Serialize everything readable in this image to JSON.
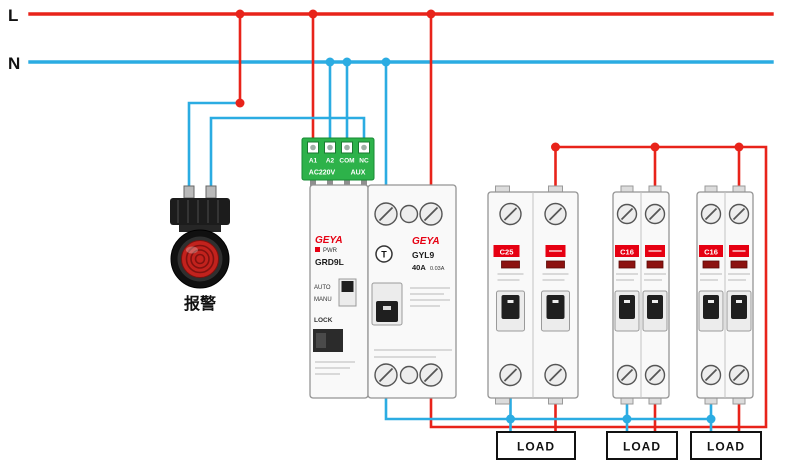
{
  "colors": {
    "wire-live": "#e8231a",
    "wire-neutral": "#2bace2",
    "terminal-block-green": "#2db24a",
    "brand-red": "#e60012",
    "lens-red": "#c2221d",
    "handle-black": "#1f1f1f"
  },
  "power_lines": {
    "live_label": "L",
    "neutral_label": "N"
  },
  "alarm": {
    "label": "报警"
  },
  "aux_block": {
    "terminal_labels": [
      "A1",
      "A2",
      "COM",
      "NC"
    ],
    "caption_power": "AC220V",
    "caption_aux": "AUX"
  },
  "recloser": {
    "brand": "GEYA",
    "power_label": "PWR",
    "model": "GRD9L",
    "auto_label": "AUTO",
    "manu_label": "MANU",
    "lock_label": "LOCK"
  },
  "rccb": {
    "brand": "GEYA",
    "model": "GYL9",
    "rating": "40A",
    "residual_current": "0.03A",
    "test_button": "T"
  },
  "breaker_row": {
    "units": [
      {
        "model": "C25"
      },
      {
        "model": "C16"
      },
      {
        "model": "C16"
      }
    ]
  },
  "loads": [
    {
      "label": "LOAD"
    },
    {
      "label": "LOAD"
    },
    {
      "label": "LOAD"
    }
  ]
}
